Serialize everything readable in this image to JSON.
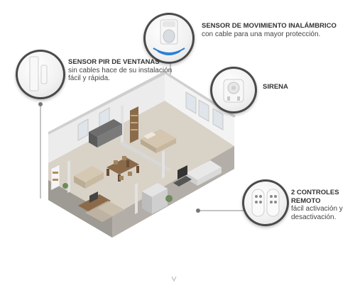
{
  "features": [
    {
      "id": "motion",
      "title": "SENSOR DE MOVIMIENTO INALÁMBRICO",
      "description": "con cable para una mayor protección.",
      "icon": "motion-sensor-icon"
    },
    {
      "id": "window",
      "title": "SENSOR PIR DE VENTANAS",
      "description": "sin cables hace de su instalación fácil y rápida.",
      "icon": "window-sensor-icon"
    },
    {
      "id": "siren",
      "title": "SIRENA",
      "description": "",
      "icon": "siren-icon"
    },
    {
      "id": "remote",
      "title": "2 CONTROLES REMOTO",
      "description": "fácil activación y desactivación.",
      "icon": "remote-control-icon"
    }
  ],
  "colors": {
    "circle_border": "#4a4a4a",
    "accent_wave": "#2a7fd4",
    "wall": "#e9e9e9",
    "floor": "#ddd6cc"
  }
}
